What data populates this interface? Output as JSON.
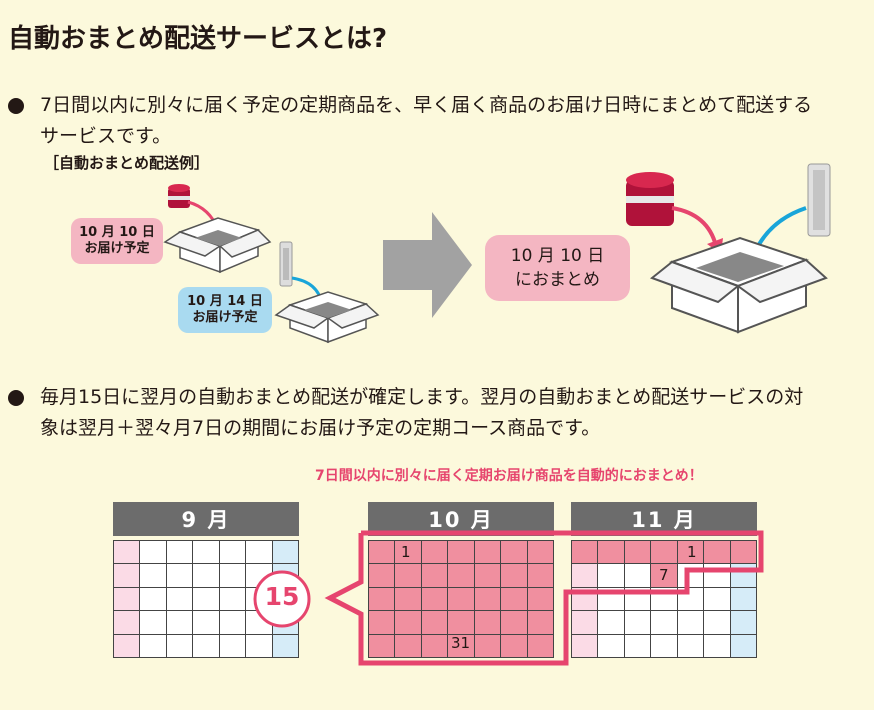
{
  "title": "自動おまとめ配送サービスとは?",
  "section1": {
    "line1": "7日間以内に別々に届く予定の定期商品を、早く届く商品のお届け日時にまとめて配送する",
    "line2": "サービスです。",
    "example_label": "［自動おまとめ配送例］",
    "callout_a": {
      "line1": "10 月 10 日",
      "line2": "お届け予定"
    },
    "callout_b": {
      "line1": "10 月 14 日",
      "line2": "お届け予定"
    },
    "callout_c": {
      "line1": "10 月 10 日",
      "line2": "におまとめ"
    }
  },
  "section2": {
    "line1": "毎月15日に翌月の自動おまとめ配送が確定します。翌月の自動おまとめ配送サービスの対",
    "line2": "象は翌月＋翌々月7日の期間にお届け予定の定期コース商品です。",
    "highlight": "7日間以内に別々に届く定期お届け商品を自動的におまとめ！"
  },
  "calendars": {
    "sep": {
      "label": "9 月",
      "marker": "15"
    },
    "oct": {
      "label": "10 月",
      "day_first": "1",
      "day_last": "31"
    },
    "nov": {
      "label": "11 月",
      "day_first": "1",
      "day_seven": "7"
    }
  },
  "colors": {
    "background": "#fcf9dc",
    "highlight": "#e6456e",
    "merge_fill": "#f08f9f",
    "callout_pink": "#f4b6c2",
    "callout_blue": "#a9daf0",
    "weekend_pink": "#fbdbe6",
    "weekend_blue": "#d6ecf8",
    "month_header": "#6c6c6c"
  }
}
